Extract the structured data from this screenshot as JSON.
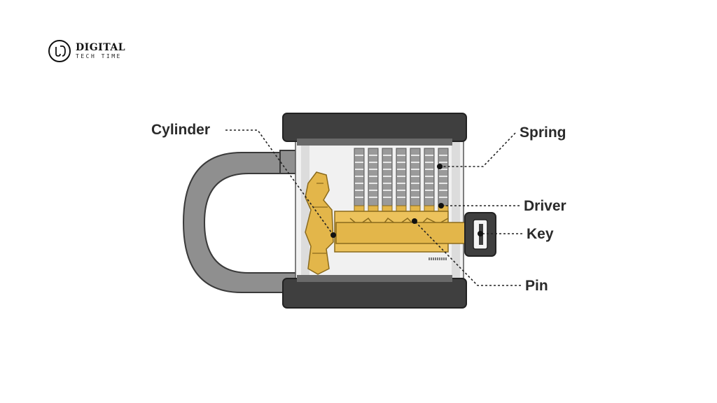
{
  "brand": {
    "name_line1": "DIGITAL",
    "name_line2": "TECH TIME"
  },
  "diagram": {
    "labels": {
      "cylinder": "Cylinder",
      "spring": "Spring",
      "driver": "Driver",
      "key": "Key",
      "pin": "Pin"
    }
  },
  "colors": {
    "shackle": "#8f8f8f",
    "body_frame": "#3f3f3f",
    "brass": "#e3b64a",
    "spring": "#9a9a9a"
  }
}
